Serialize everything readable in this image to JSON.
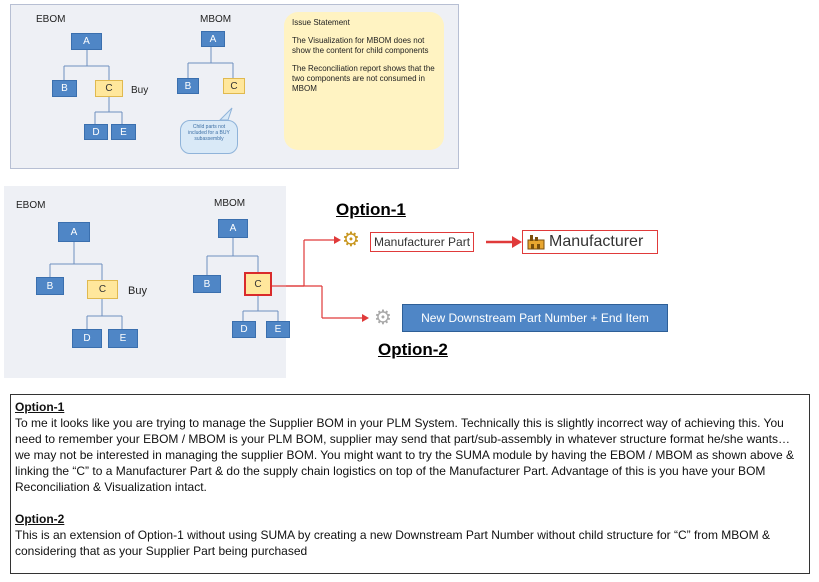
{
  "panel_top": {
    "ebom_label": "EBOM",
    "mbom_label": "MBOM",
    "ebom_nodes": {
      "a": "A",
      "b": "B",
      "c": "C",
      "d": "D",
      "e": "E",
      "buy": "Buy"
    },
    "mbom_nodes": {
      "a": "A",
      "b": "B",
      "c": "C"
    },
    "callout": "Child parts not included for a BUY subassembly",
    "issue": {
      "title": "Issue Statement",
      "line1": "The Visualization for MBOM does not show the content for child components",
      "line2": "The Reconciliation report shows that the two components are not consumed in MBOM"
    }
  },
  "panel_bottom": {
    "ebom_label": "EBOM",
    "mbom_label": "MBOM",
    "ebom_nodes": {
      "a": "A",
      "b": "B",
      "c": "C",
      "d": "D",
      "e": "E",
      "buy": "Buy"
    },
    "mbom_nodes": {
      "a": "A",
      "b": "B",
      "c": "C",
      "d": "D",
      "e": "E"
    }
  },
  "options": {
    "option1_title": "Option-1",
    "option2_title": "Option-2",
    "manufacturer_part": "Manufacturer Part",
    "manufacturer": "Manufacturer",
    "downstream": "New Downstream Part Number + End Item",
    "gear_icon": "gear-icon",
    "factory_icon": "factory-icon",
    "accent_red": "#e03a3a",
    "accent_blue": "#4f86c6"
  },
  "notes": {
    "option1_heading": "Option-1",
    "option1_body": "To me it looks like you are trying to manage the Supplier BOM in your PLM System. Technically this is slightly incorrect way of achieving this. You need to remember your EBOM / MBOM is your PLM BOM, supplier may send that part/sub-assembly in whatever structure format he/she wants…we may not be interested in managing the supplier BOM. You might want to try the SUMA module by having the EBOM / MBOM as shown above & linking the “C” to a Manufacturer Part & do the supply chain logistics on top of the Manufacturer Part. Advantage of this is you have your BOM Reconciliation & Visualization intact.",
    "option2_heading": "Option-2",
    "option2_body": "This is an extension of Option-1 without using SUMA by creating a new Downstream Part Number without child structure for “C” from MBOM & considering that as your Supplier Part being purchased"
  }
}
